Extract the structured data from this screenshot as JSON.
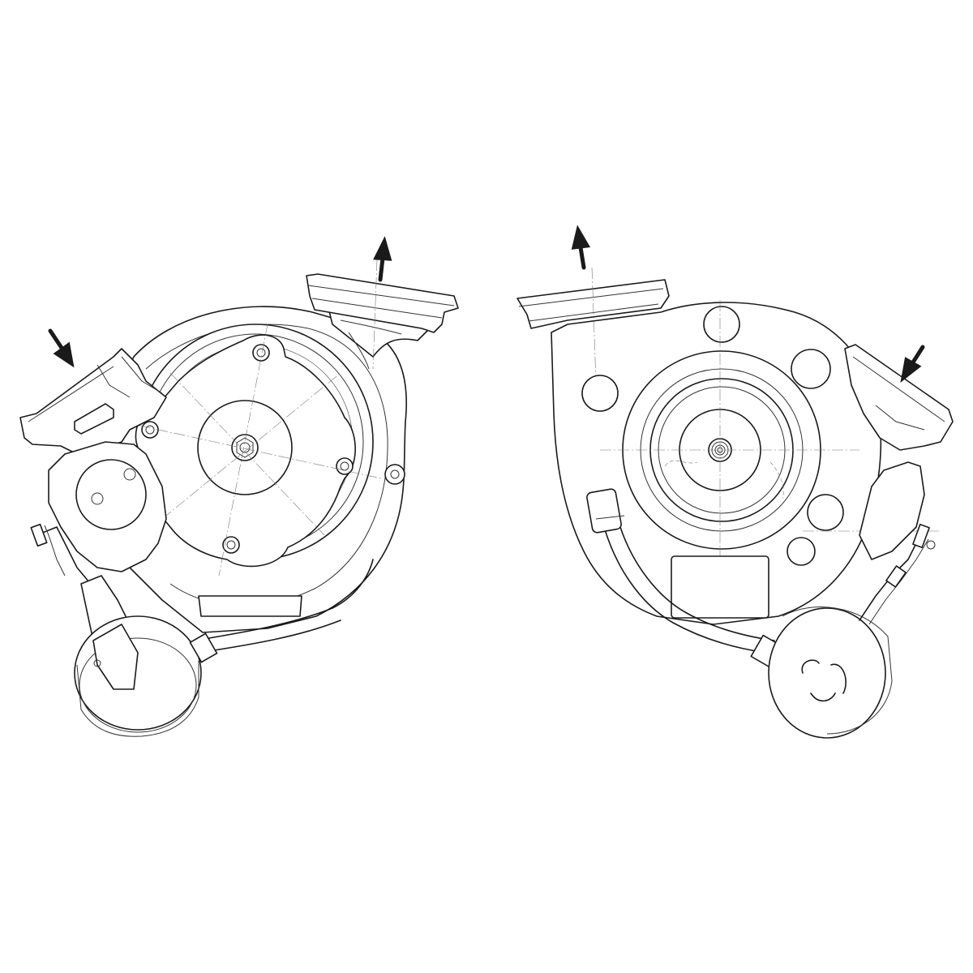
{
  "diagram": {
    "views": [
      {
        "id": "view-left",
        "label": ""
      },
      {
        "id": "view-right",
        "label": ""
      }
    ],
    "arrows": [
      {
        "id": "left-inlet-arrow",
        "direction": "down-right"
      },
      {
        "id": "left-outlet-arrow",
        "direction": "up"
      },
      {
        "id": "right-outlet-arrow",
        "direction": "up"
      },
      {
        "id": "right-inlet-arrow",
        "direction": "down-left"
      }
    ],
    "colors": {
      "line": "#1a1a1a",
      "background": "#ffffff"
    }
  }
}
